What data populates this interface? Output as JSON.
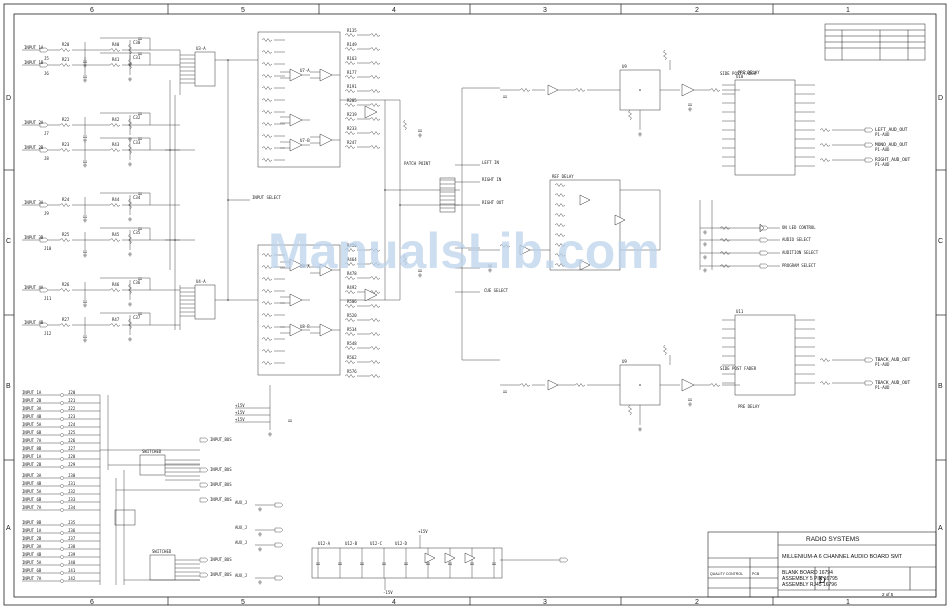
{
  "border": {
    "top_zones": [
      "6",
      "5",
      "4",
      "3",
      "2",
      "1"
    ],
    "side_zones": [
      "D",
      "C",
      "B",
      "A"
    ]
  },
  "watermark": "ManualsLib.com",
  "title_block": {
    "company": "RADIO SYSTEMS",
    "title_lines": [
      "MILLENIUM-A 6 CHANNEL AUDIO BOARD SMT"
    ],
    "assembly_lines": [
      "BLANK BOARD 16794",
      "ASSEMBLY 5 PIN 16795",
      "ASSEMBLY RJ45 16796"
    ],
    "size": "D",
    "sheet": "2  of  5",
    "labels": [
      "QUALITY CONTROL",
      "PCB"
    ]
  },
  "signals": {
    "left_inputs": [
      "INPUT 1A",
      "INPUT 1B",
      "INPUT 2A",
      "INPUT 2B",
      "INPUT 3A",
      "INPUT 3B",
      "INPUT 4A",
      "INPUT 4B"
    ],
    "right_outputs": [
      "LEFT_AUD_OUT",
      "MONO_AUD_OUT",
      "RIGHT_AUD_OUT",
      "TBACK_AUD_OUT",
      "TBACK_AUD_OUT"
    ],
    "mid_labels": [
      "PATCH POINT",
      "LEFT IN",
      "RIGHT IN",
      "RIGHT OUT",
      "CUE SELECT",
      "INPUT SELECT",
      "REF DELAY",
      "SIDE POST FADER",
      "ON LED CONTROL",
      "AUDIO SELECT",
      "AUDITION SELECT",
      "PROGRAM SELECT"
    ]
  }
}
